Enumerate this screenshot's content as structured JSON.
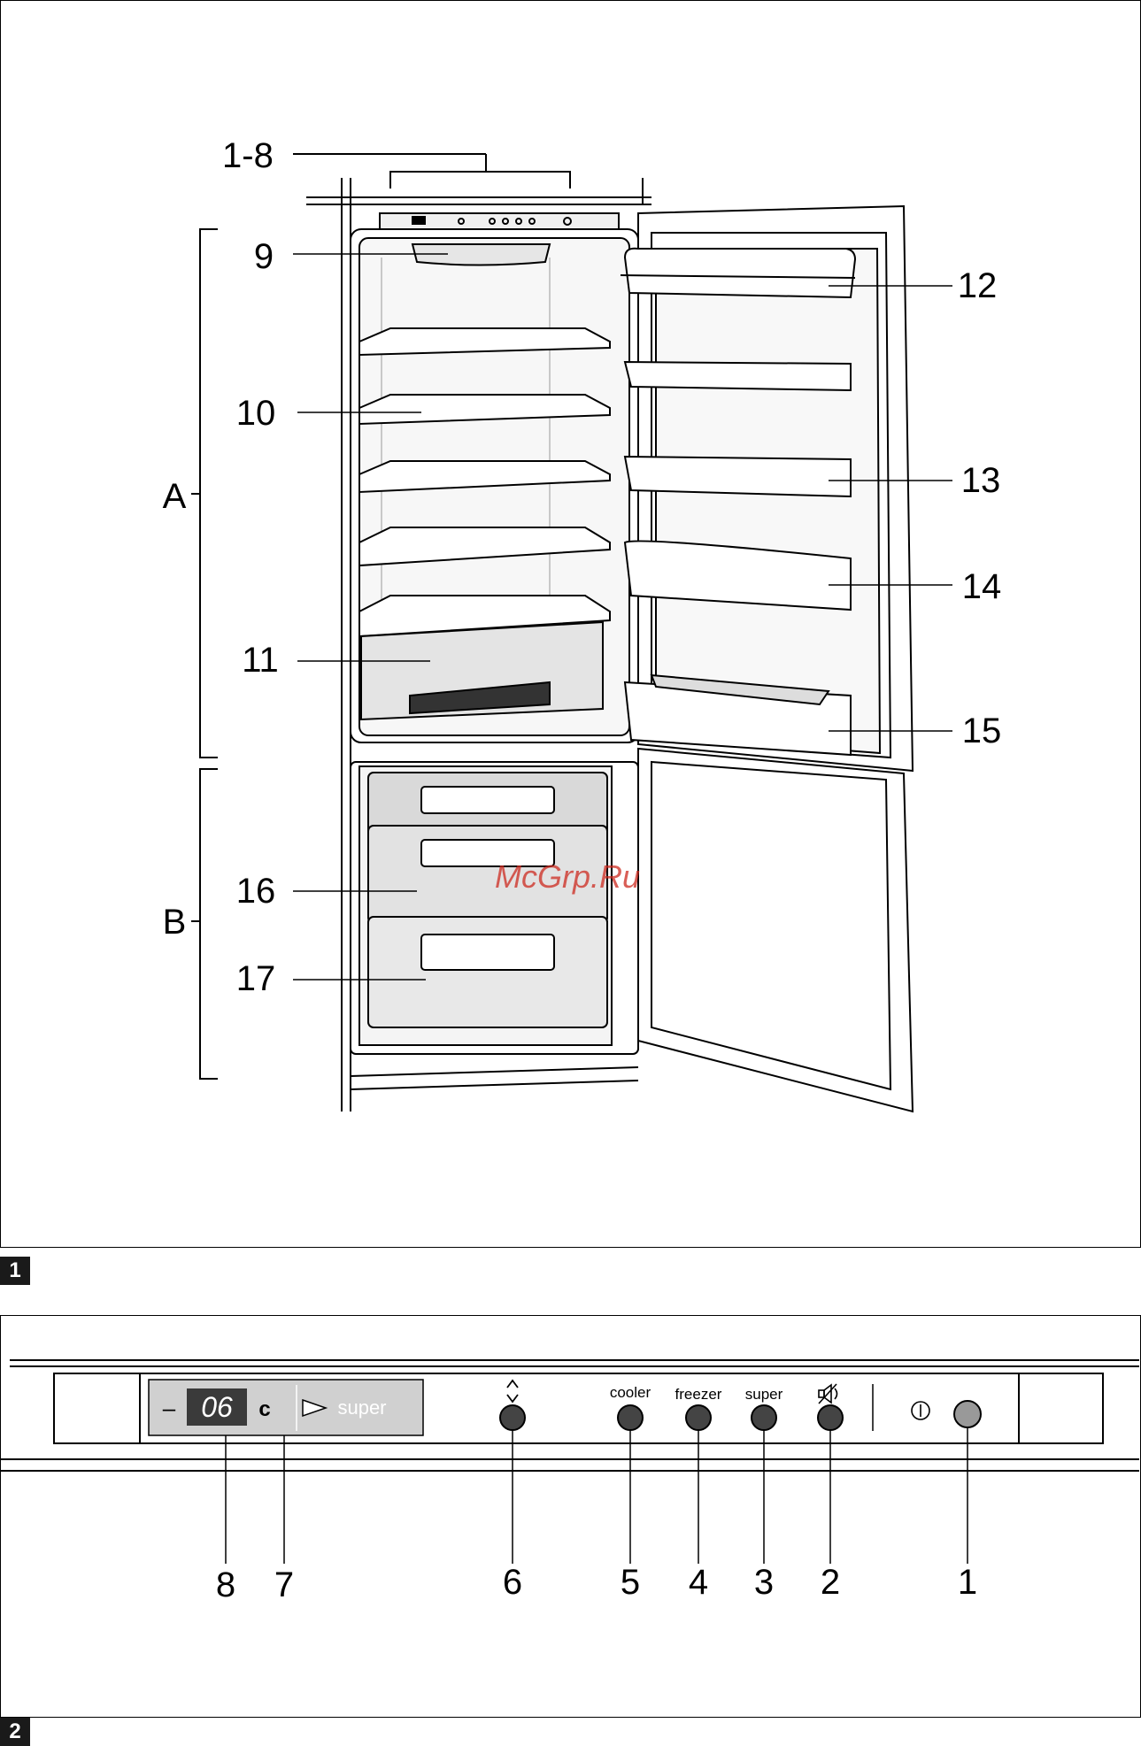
{
  "watermark": "McGrp.Ru",
  "figure1": {
    "number": "1",
    "callouts": {
      "c1_8": "1-8",
      "c9": "9",
      "c10": "10",
      "c11": "11",
      "c12": "12",
      "c13": "13",
      "c14": "14",
      "c15": "15",
      "c16": "16",
      "c17": "17"
    },
    "zones": {
      "a": "A",
      "b": "B"
    }
  },
  "figure2": {
    "number": "2",
    "display": {
      "minus": "–",
      "temperature": "06",
      "unit": "c",
      "super_label": "super"
    },
    "button_labels": {
      "up_down": "◇",
      "cooler": "cooler",
      "freezer": "freezer",
      "super": "super",
      "alarm_off": "alarm-mute",
      "power": "on-off"
    },
    "callouts": {
      "n8": "8",
      "n7": "7",
      "n6": "6",
      "n5": "5",
      "n4": "4",
      "n3": "3",
      "n2": "2",
      "n1": "1"
    }
  }
}
